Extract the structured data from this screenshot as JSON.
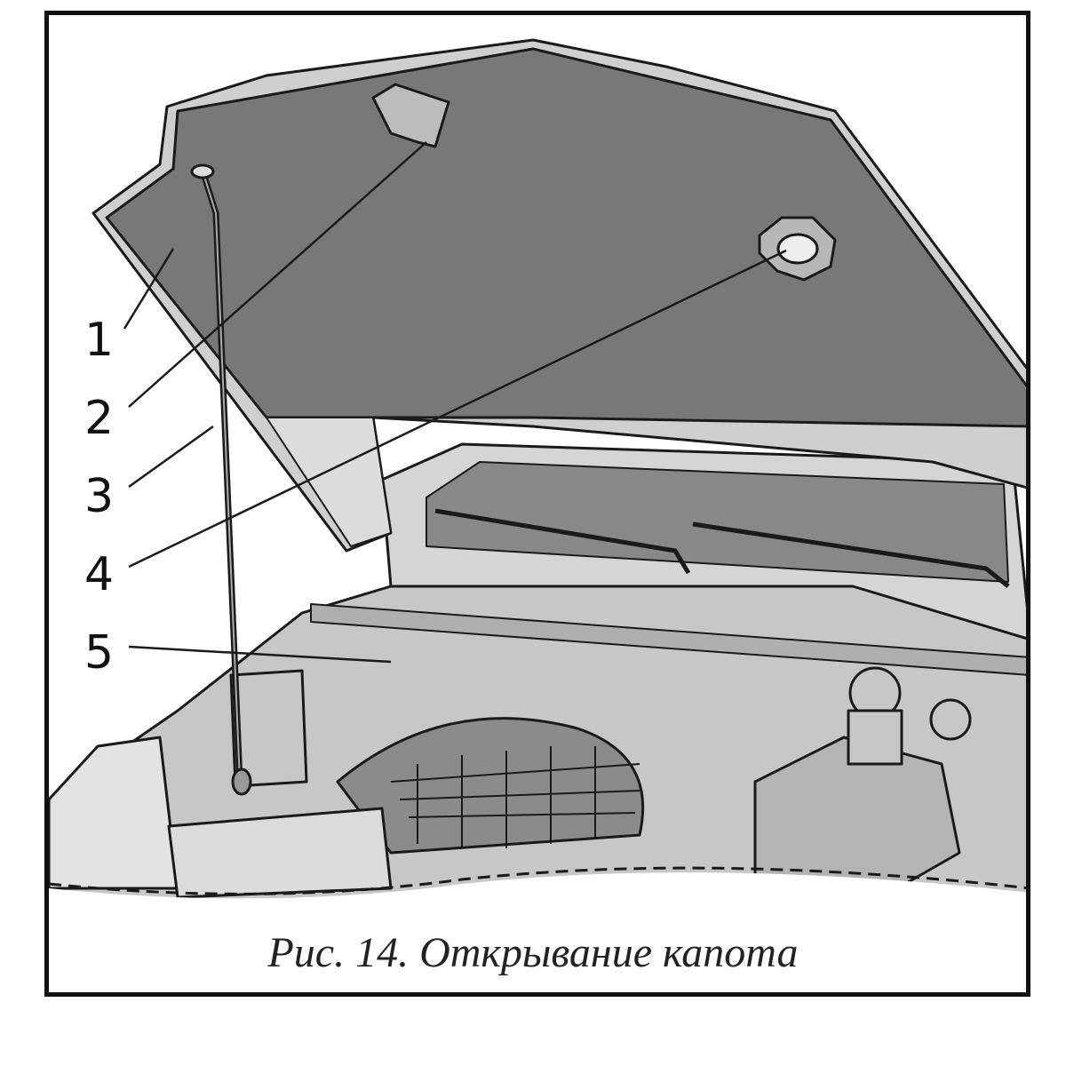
{
  "figure": {
    "caption": "Рис. 14. Открывание капота",
    "callouts": [
      {
        "label": "1"
      },
      {
        "label": "2"
      },
      {
        "label": "3"
      },
      {
        "label": "4"
      },
      {
        "label": "5"
      }
    ]
  },
  "colors": {
    "hood_inner": "#7a7876",
    "hood_edge": "#d0cfcd",
    "engine_bay": "#c8c7c5",
    "outline": "#1a1a1a"
  }
}
